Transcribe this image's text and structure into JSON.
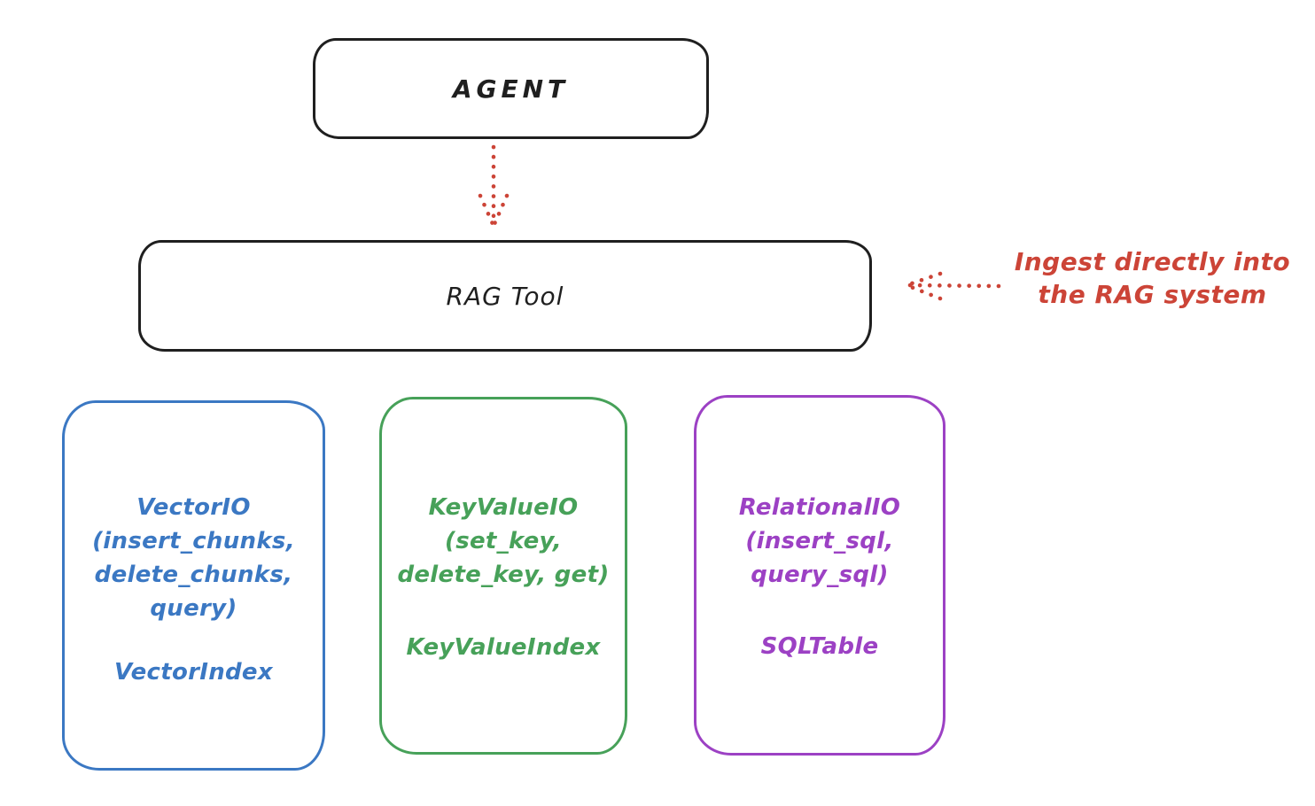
{
  "colors": {
    "ink": "#1f1f1f",
    "annotation_red": "#cc4437",
    "vector_blue": "#3b78c3",
    "keyvalue_green": "#47a159",
    "relational_purple": "#9c41c4",
    "background": "#ffffff"
  },
  "agent": {
    "label": "AGENT"
  },
  "rag_tool": {
    "label": "RAG Tool"
  },
  "annotation": {
    "line1": "Ingest directly into",
    "line2": "the RAG system"
  },
  "backends": [
    {
      "name": "vector-io",
      "title": "VectorIO",
      "methods": [
        "(insert_chunks,",
        "delete_chunks,",
        "query)"
      ],
      "index": "VectorIndex",
      "color": "#3b78c3"
    },
    {
      "name": "keyvalue-io",
      "title": "KeyValueIO",
      "methods": [
        "(set_key,",
        "delete_key, get)"
      ],
      "index": "KeyValueIndex",
      "color": "#47a159"
    },
    {
      "name": "relational-io",
      "title": "RelationalIO",
      "methods": [
        "(insert_sql,",
        "query_sql)"
      ],
      "index": "SQLTable",
      "color": "#9c41c4"
    }
  ]
}
